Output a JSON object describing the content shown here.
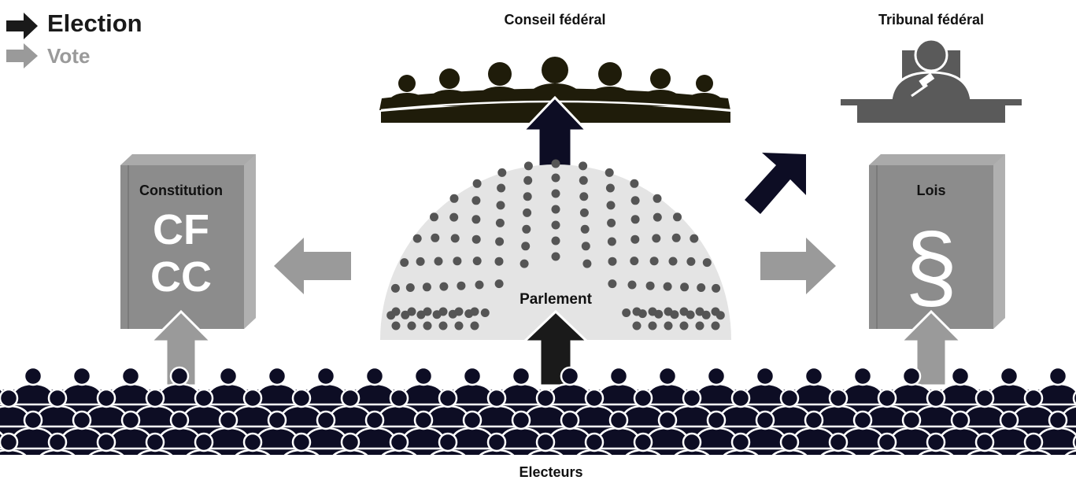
{
  "legend": {
    "election_label": "Election",
    "vote_label": "Vote",
    "election_color": "#1a1a1a",
    "vote_color": "#9a9a9a"
  },
  "nodes": {
    "conseil_federal": "Conseil fédéral",
    "tribunal_federal": "Tribunal fédéral",
    "parlement": "Parlement",
    "electeurs": "Electeurs",
    "constitution": {
      "title": "Constitution",
      "line1": "CF",
      "line2": "CC"
    },
    "lois": {
      "title": "Lois",
      "symbol": "§"
    }
  },
  "colors": {
    "dark_navy": "#0d0d24",
    "dark_olive": "#1f1c0a",
    "book_gray": "#8c8c8c",
    "arrow_gray": "#9a9a9a",
    "hemicycle_bg": "#e4e4e4",
    "seat": "#555555"
  },
  "icons": {
    "election_arrow": "arrow-right-icon",
    "vote_arrow": "arrow-right-icon",
    "judge": "judge-icon",
    "book": "book-icon",
    "crowd": "person-icon"
  }
}
